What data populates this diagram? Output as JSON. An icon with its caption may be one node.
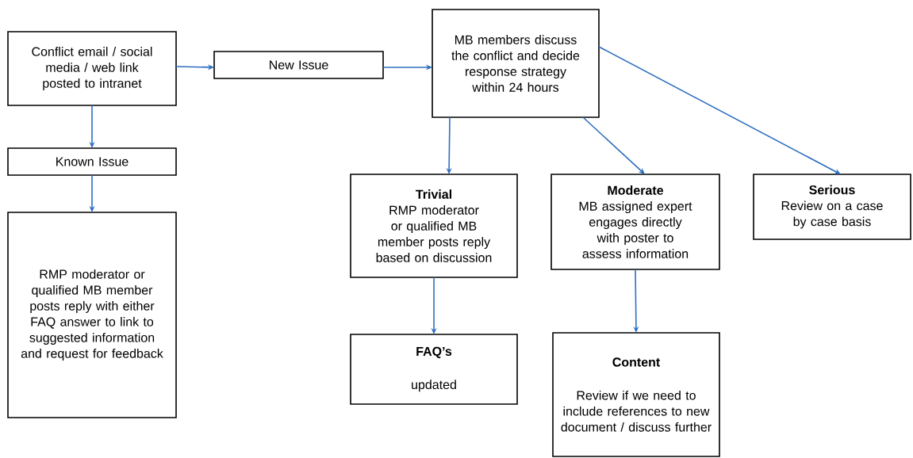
{
  "diagram": {
    "nodes": [
      {
        "text": [
          "Conflict email / social media / web link posted to intranet"
        ]
      },
      {
        "text": [
          "New Issue"
        ]
      },
      {
        "text": [
          "MB members discuss the conflict and decide response strategy within 24 hours"
        ]
      },
      {
        "text": [
          "Known Issue"
        ]
      },
      {
        "text": [
          "RMP moderator or qualified MB member posts reply with either FAQ answer to link to suggested information and request for feedback"
        ]
      },
      {
        "text": [
          "Trivial",
          "RMP moderator or qualified MB member posts reply based on discussion"
        ]
      },
      {
        "text": [
          "Moderate",
          "MB assigned expert engages directly with poster to assess information"
        ]
      },
      {
        "text": [
          "Serious",
          "Review on a case by case basis"
        ]
      },
      {
        "text": [
          "FAQ’s",
          "updated"
        ]
      },
      {
        "text": [
          "Content",
          "Review if we need to include references to new document / discuss further"
        ]
      }
    ],
    "edges": [
      {
        "from": 0,
        "to": 1,
        "arrow": "to"
      },
      {
        "from": 1,
        "to": 2,
        "arrow": "to"
      },
      {
        "from": 0,
        "to": 3,
        "arrow": "to"
      },
      {
        "from": 3,
        "to": 4,
        "arrow": "to"
      },
      {
        "from": 2,
        "to": 5,
        "arrow": "to"
      },
      {
        "from": 2,
        "to": 6,
        "arrow": "to"
      },
      {
        "from": 2,
        "to": 7,
        "arrow": "to"
      },
      {
        "from": 5,
        "to": 8,
        "arrow": "to"
      },
      {
        "from": 6,
        "to": 9,
        "arrow": "to"
      }
    ]
  }
}
